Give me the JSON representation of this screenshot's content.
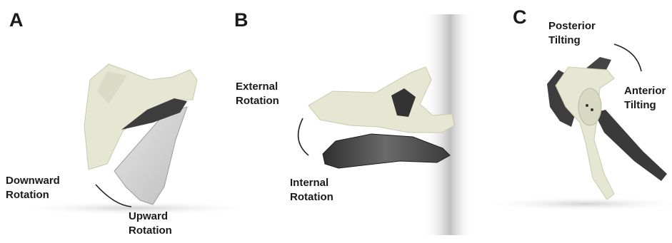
{
  "figure": {
    "panels": [
      {
        "letter": "A",
        "labels": {
          "top": [
            "Downward",
            "Rotation"
          ],
          "bottom": [
            "Upward",
            "Rotation"
          ]
        }
      },
      {
        "letter": "B",
        "labels": {
          "top": [
            "External",
            "Rotation"
          ],
          "bottom": [
            "Internal",
            "Rotation"
          ]
        }
      },
      {
        "letter": "C",
        "labels": {
          "top": [
            "Posterior",
            "Tilting"
          ],
          "bottom": [
            "Anterior",
            "Tilting"
          ]
        }
      }
    ]
  },
  "colors": {
    "bone_light": "#e6e7d3",
    "bone_shade": "#cfd0ba",
    "bone_dark": "#3d3d3d",
    "bone_grey": "#cfcfcf",
    "text": "#1a1a1a"
  }
}
